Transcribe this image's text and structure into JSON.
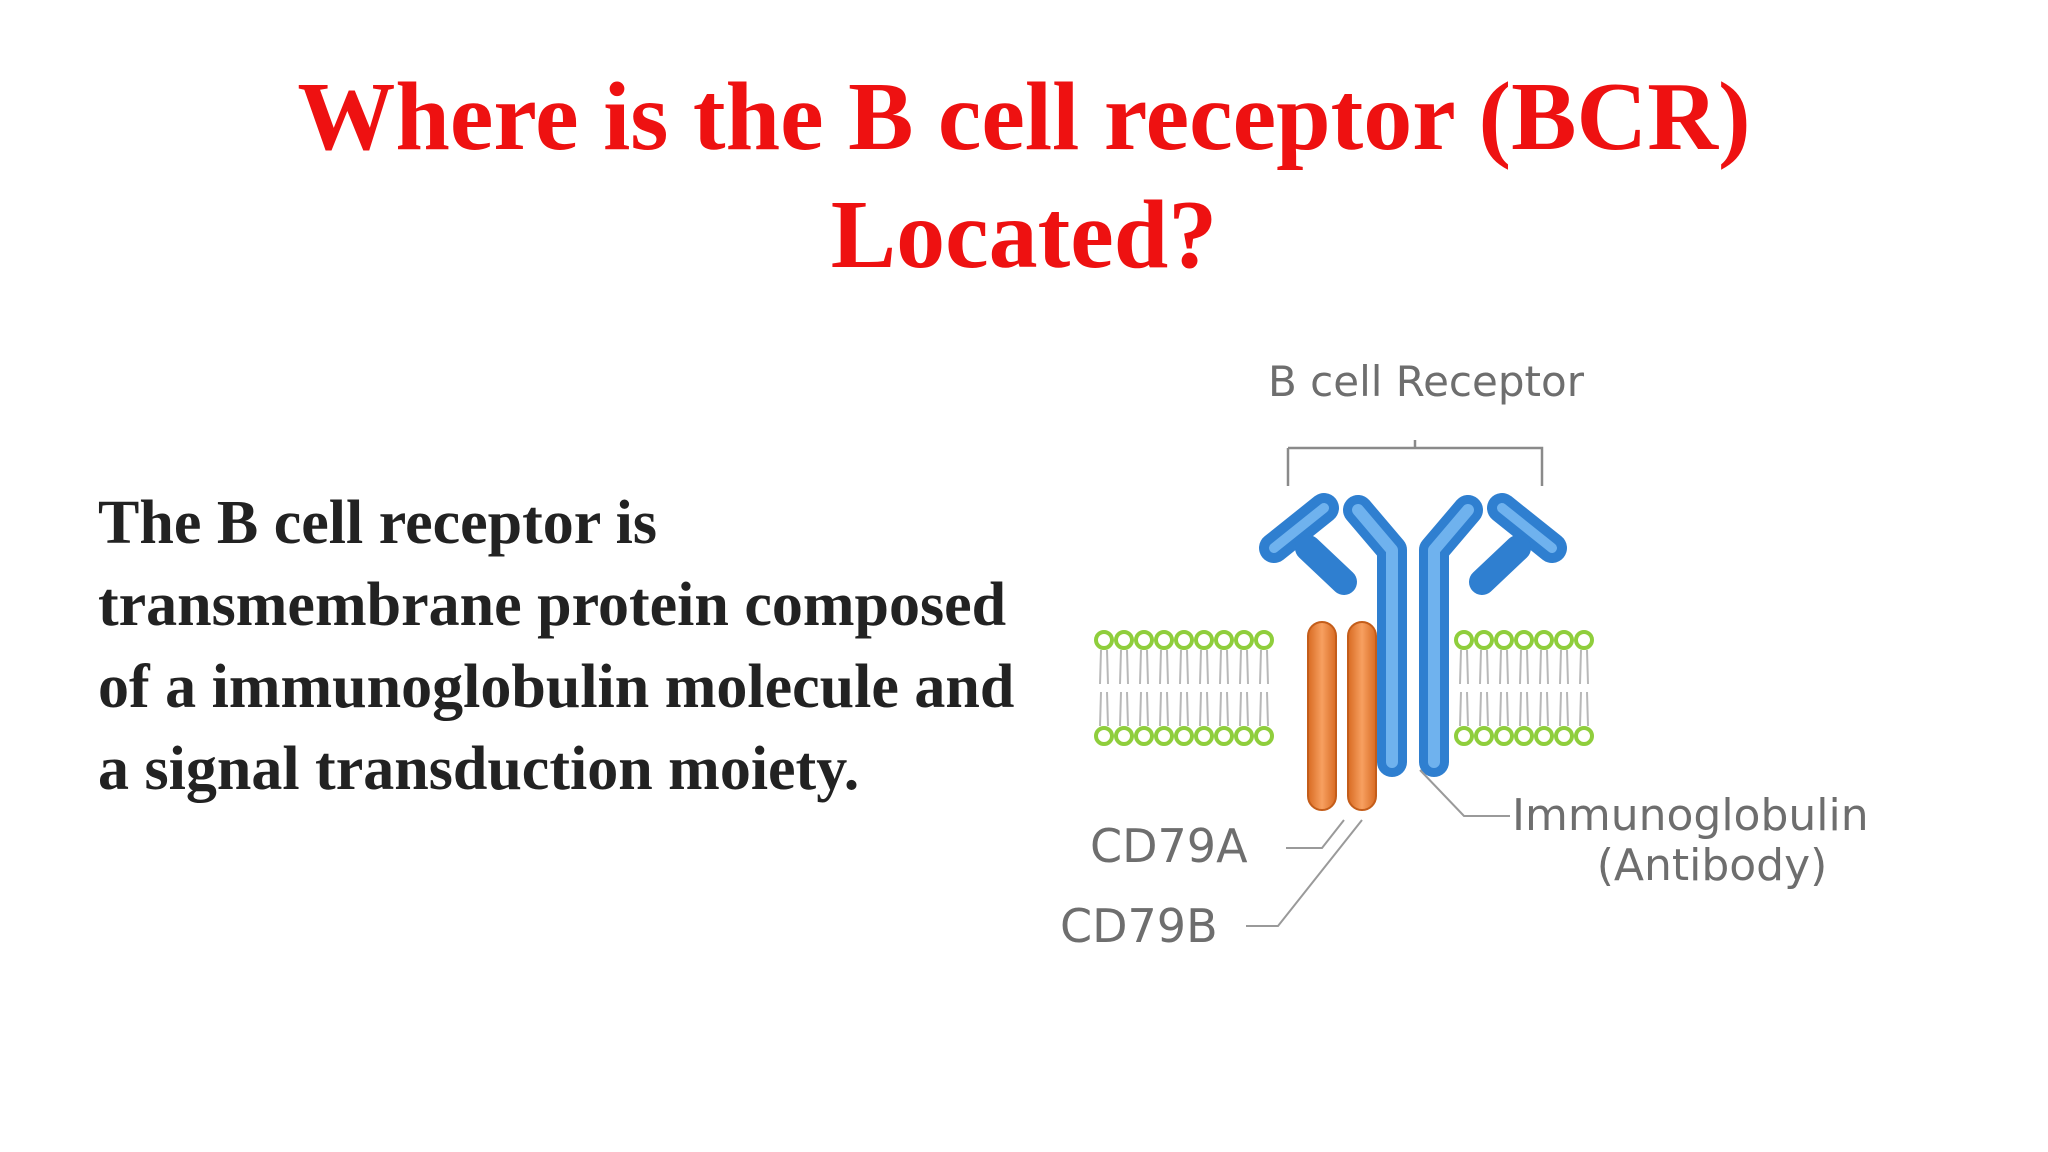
{
  "title": {
    "line1": "Where is the B cell receptor (BCR)",
    "line2": "Located?"
  },
  "body": {
    "text": "The B cell receptor is transmembrane protein composed of a immunoglobulin molecule and a signal transduction moiety."
  },
  "figure": {
    "receptor_label": "B cell Receptor",
    "cd79a_label": "CD79A",
    "cd79b_label": "CD79B",
    "ig_label_line1": "Immunoglobulin",
    "ig_label_line2": "(Antibody)"
  },
  "colors": {
    "title": "#ee1111",
    "body_text": "#222222",
    "antibody": "#3f8fdc",
    "cd79": "#e8823a",
    "membrane_heads": "#8fce3c",
    "label_gray": "#6e6e6e"
  }
}
